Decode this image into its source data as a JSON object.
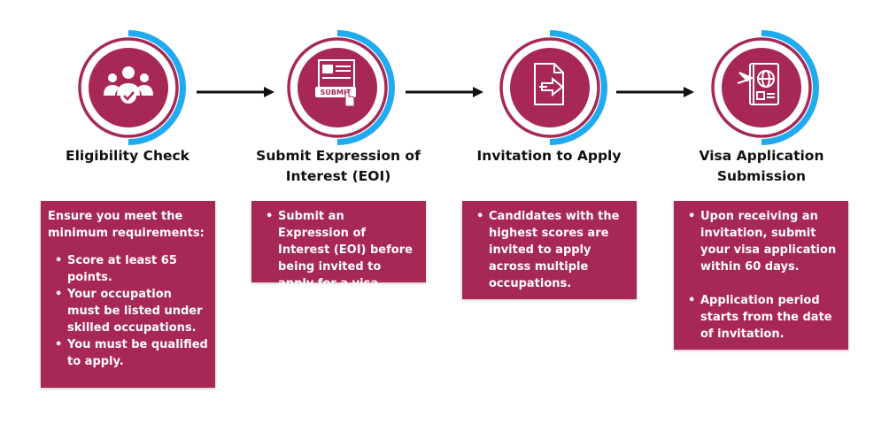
{
  "colors": {
    "primary": "#a72856",
    "accent": "#20aaf0",
    "ring": "#a72856",
    "arrow": "#111111",
    "text_on_card": "#ffffff"
  },
  "steps": [
    {
      "icon": "people-check-icon",
      "title": "Eligibility Check",
      "intro": "Ensure you meet the minimum requirements:",
      "bullets": [
        "Score at least 65 points.",
        "Your occupation must be listed under skilled occupations.",
        "You must be qualified to apply."
      ]
    },
    {
      "icon": "submit-form-icon",
      "icon_text": "SUBMIT",
      "title": "Submit Expression of Interest (EOI)",
      "bullets": [
        "Submit an Expression of Interest (EOI) before being invited to apply for a visa."
      ]
    },
    {
      "icon": "document-arrow-icon",
      "title": "Invitation to Apply",
      "bullets": [
        "Candidates with the highest scores are invited to apply across multiple occupations."
      ]
    },
    {
      "icon": "visa-passport-icon",
      "title": "Visa Application Submission",
      "bullets": [
        "Upon receiving an invitation, submit your visa application within 60 days.",
        "Application period starts from the date of invitation."
      ]
    }
  ]
}
